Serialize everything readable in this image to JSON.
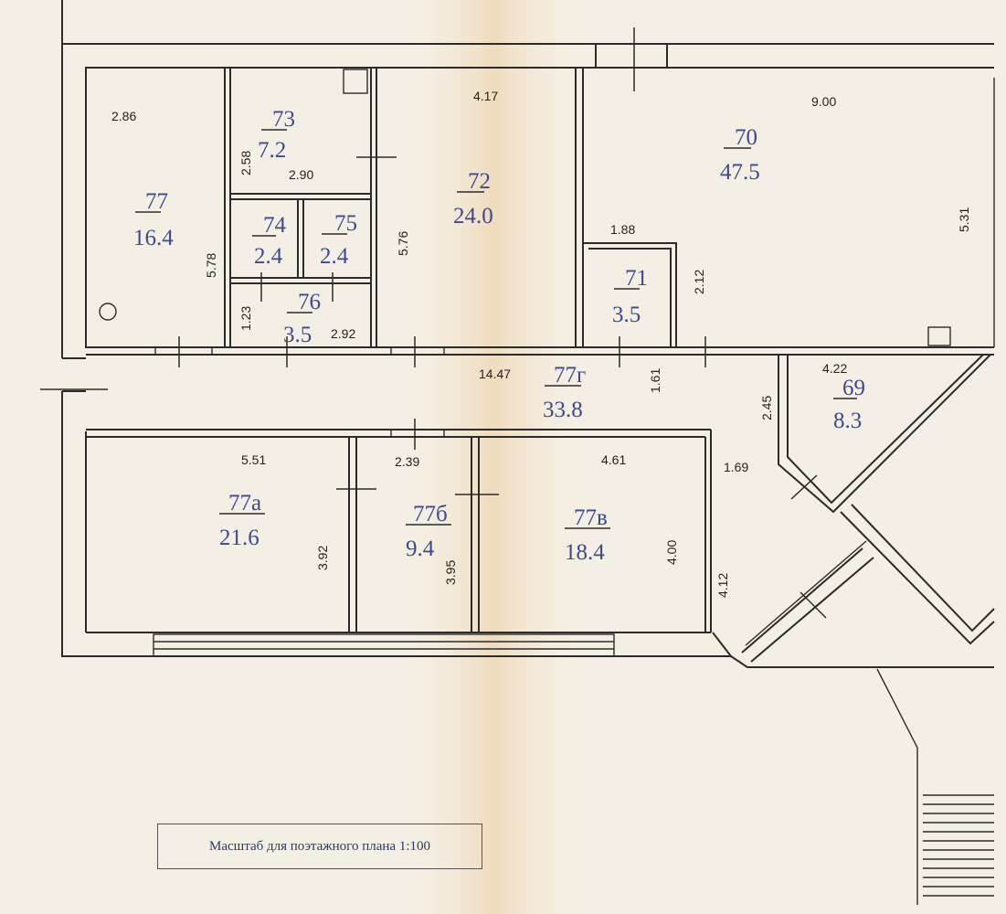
{
  "rooms": {
    "r69": {
      "num": "69",
      "area": "8.3"
    },
    "r70": {
      "num": "70",
      "area": "47.5"
    },
    "r71": {
      "num": "71",
      "area": "3.5"
    },
    "r72": {
      "num": "72",
      "area": "24.0"
    },
    "r73": {
      "num": "73",
      "area": "7.2"
    },
    "r74": {
      "num": "74",
      "area": "2.4"
    },
    "r75": {
      "num": "75",
      "area": "2.4"
    },
    "r76": {
      "num": "76",
      "area": "3.5"
    },
    "r77": {
      "num": "77",
      "area": "16.4"
    },
    "r77a": {
      "num": "77а",
      "area": "21.6"
    },
    "r77b": {
      "num": "77б",
      "area": "9.4"
    },
    "r77v": {
      "num": "77в",
      "area": "18.4"
    },
    "r77g": {
      "num": "77г",
      "area": "33.8"
    }
  },
  "dimensions": {
    "d286": "2.86",
    "d578": "5.78",
    "d258": "2.58",
    "d290": "2.90",
    "d123": "1.23",
    "d292": "2.92",
    "d417": "4.17",
    "d576": "5.76",
    "d900": "9.00",
    "d531": "5.31",
    "d188": "1.88",
    "d212": "2.12",
    "d1447": "14.47",
    "d161": "1.61",
    "d245": "2.45",
    "d422": "4.22",
    "d169": "1.69",
    "d551": "5.51",
    "d392": "3.92",
    "d239": "2.39",
    "d395": "3.95",
    "d461": "4.61",
    "d400": "4.00",
    "d412": "4.12"
  },
  "scale_note": "Масштаб для поэтажного плана 1:100",
  "colors": {
    "walls": "#2b2b2b",
    "room_labels": "#3e4a8c",
    "paper": "#f4efe4"
  }
}
